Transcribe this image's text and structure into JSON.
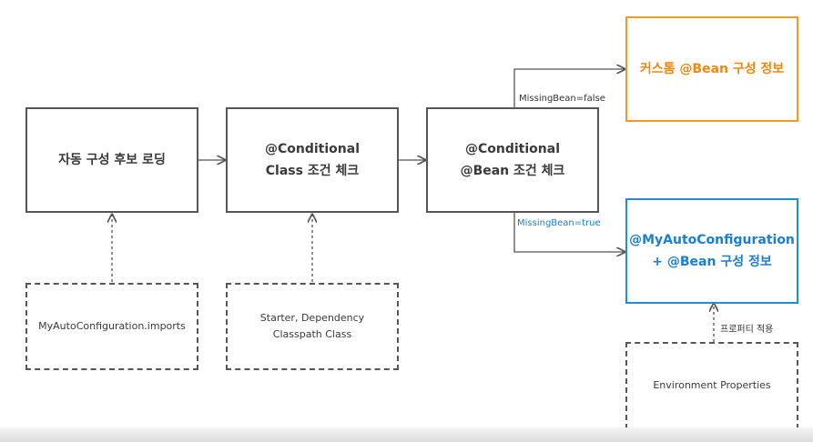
{
  "nodes": {
    "load": "자동 구성 후보 로딩",
    "class_check": [
      "@Conditional",
      "Class 조건 체크"
    ],
    "bean_check": [
      "@Conditional",
      "@Bean 조건 체크"
    ],
    "custom": "커스톰 @Bean 구성 정보",
    "auto": [
      "@MyAutoConfiguration",
      "+ @Bean 구성 정보"
    ],
    "imports": "MyAutoConfiguration.imports",
    "starter": [
      "Starter, Dependency",
      "Classpath Class"
    ],
    "env": "Environment Properties"
  },
  "edges": {
    "false_label": "MissingBean=false",
    "true_label": "MissingBean=true",
    "prop_label": "프로퍼티 적용"
  },
  "colors": {
    "stroke": "#555555",
    "orange": "#f39c1f",
    "blue": "#1f8fd8"
  }
}
